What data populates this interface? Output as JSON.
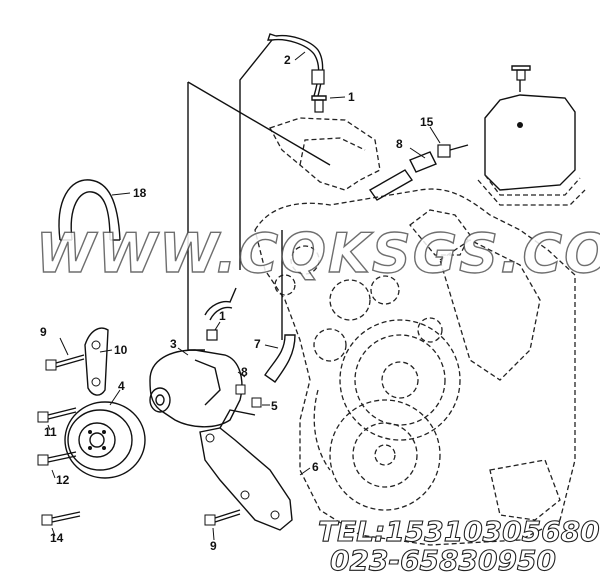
{
  "parts": [
    {
      "id": "label-1a",
      "text": "1"
    },
    {
      "id": "label-1b",
      "text": "1"
    },
    {
      "id": "label-2",
      "text": "2"
    },
    {
      "id": "label-3",
      "text": "3"
    },
    {
      "id": "label-4",
      "text": "4"
    },
    {
      "id": "label-5",
      "text": "5"
    },
    {
      "id": "label-6",
      "text": "6"
    },
    {
      "id": "label-7",
      "text": "7"
    },
    {
      "id": "label-8a",
      "text": "8"
    },
    {
      "id": "label-8b",
      "text": "8"
    },
    {
      "id": "label-9a",
      "text": "9"
    },
    {
      "id": "label-9b",
      "text": "9"
    },
    {
      "id": "label-10",
      "text": "10"
    },
    {
      "id": "label-11",
      "text": "11"
    },
    {
      "id": "label-12",
      "text": "12"
    },
    {
      "id": "label-14",
      "text": "14"
    },
    {
      "id": "label-15",
      "text": "15"
    },
    {
      "id": "label-18",
      "text": "18"
    }
  ],
  "watermark": {
    "site": "WWW.CQKSGS.COM",
    "tel": "TEL:15310305680",
    "phone": "023-65830950"
  }
}
